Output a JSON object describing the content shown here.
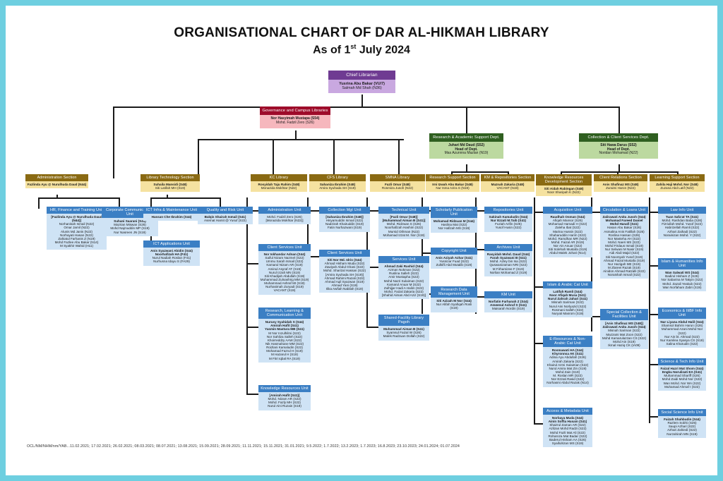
{
  "title": {
    "line1": "ORGANISATIONAL CHART OF DAR AL-HIKMAH LIBRARY",
    "line2_pre": "As of 1",
    "line2_sup": "st",
    "line2_post": " July 2024"
  },
  "colors": {
    "background": "#6ecfe0",
    "canvas": "#ffffff",
    "chief_header": "#6f3b92",
    "chief_body": "#c9a8e0",
    "governance_header": "#9e0b2a",
    "governance_body": "#f6b7bd",
    "dept_header": "#2f5f20",
    "dept_body": "#bcd9a0",
    "section_header": "#8a6a13",
    "section_body": "#f5e2a0",
    "unit_header": "#3b7fc4",
    "unit_body": "#cfe3f5",
    "line": "#1a1a1a"
  },
  "footer": "OCL/NM/NHM/nm/YAB...11.02.2021; 17.02.2021; 26.02.2021; 08.03.2021; 08.07.2021; 13.08.2021; 15.09.2021; 28.09.2021; 11.11.2021; 15.11.2021; 31.01.2021; 9.5.2022; 1.7.2022; 13.2.2023; 1.7.2023; 16.8.2023; 23.10.2023; 24.01.2024; 01.07.2024",
  "nodes": {
    "chief": {
      "title": "Chief Librarian",
      "people": [
        "Yusrina Abu Bakar (VU/7)",
        "Salmah Md Shah (N36)"
      ]
    },
    "governance": {
      "title": "Governance and Campus Libraries",
      "people": [
        "Nor Hasyimah Mustapa (S54)",
        "Mohd. Fadzil Zero (S26)"
      ]
    },
    "dept_research": {
      "title": "Research & Academic Support Dept.",
      "people": [
        "Juhari Md Daud (S52)",
        "Head of Dept.",
        "Mas Azunnna Mazlan (N19)"
      ]
    },
    "dept_collection": {
      "title": "Collection & Client Services Dept.",
      "people": [
        "Siti Hawa Darus (S52)",
        "Head of Dept.",
        "Noridan Mohamad (N22)"
      ]
    },
    "sec_admin": {
      "title": "Administration Section",
      "people": [
        "Fazlinda Ayu @ Nurulhuda Daud (N44)"
      ]
    },
    "sec_libtech": {
      "title": "Library Technology Section",
      "people": [
        "Suhaila Mansidi (S48)",
        "Siti Latifah MH (S19)"
      ]
    },
    "sec_kc": {
      "title": "KC Library",
      "people": [
        "Rosyidah Taju Rahim (S48)",
        "Monazida Mokhtar (N22)"
      ]
    },
    "sec_cfs": {
      "title": "CFS Library",
      "people": [
        "Sahaniza Ibrahim (S48)",
        "Amira Syuhada SH (S19)"
      ]
    },
    "sec_smna": {
      "title": "SMNA Library",
      "people": [
        "Fazli Omar (S48)",
        "Rosmiza Jusoh (N22)"
      ]
    },
    "sec_research": {
      "title": "Research Support Section",
      "people": [
        "Irni Izwah Abu Bakar (S48)",
        "Nur Isma Azira S (N19)"
      ]
    },
    "sec_km": {
      "title": "KM & Repositories Section",
      "people": [
        "Maznah Zakaria (S48)",
        "VACANT (N19)"
      ]
    },
    "sec_krd": {
      "title": "Knowledge Resources Development Section",
      "people": [
        "Siti Aidah Rabingan (S48)",
        "Noor Sharipah K (N22)"
      ]
    },
    "sec_clientrel": {
      "title": "Client Relations Section",
      "people": [
        "Anis Shafinaz MS (S48)",
        "Zuraimi Haron (N22)"
      ]
    },
    "sec_learning": {
      "title": "Learning Support Section",
      "people": [
        "Zahila Haji Mohd. Nor (S48)",
        "Zuzana Abd Latif (N22)"
      ]
    },
    "unit_hr": {
      "title": "HR, Finance and Training Unit",
      "people": [
        "[Fazlinda Ayu @ Nurulhuda Daud (N44)]",
        "Norhanisah Ismail (N22)",
        "Omar Jamil (N22)",
        "Alunis Md Janis (N22)",
        "Norhayati Hasan (N22)",
        "Zahiatul Farhanis Z (N19)",
        "Mohd Fazlee Abu Bakar (N14)",
        "M Syakhir Wahid (H11)"
      ]
    },
    "unit_corpcomm": {
      "title": "Corporate Communications Unit",
      "people": [
        "Suhani Saarani (S41)",
        "Mazrian Miswan (S26)",
        "Mohd Najmuddin MP (S19)",
        "Nur Nasreen JN (S19)"
      ]
    },
    "unit_ictinfra": {
      "title": "ICT Infra & Maintenance Unit",
      "people": [
        "Hassan Che Ibrahim (S44)"
      ]
    },
    "unit_ictapps": {
      "title": "ICT Applications Unit",
      "people": [
        "Anis Syazwani Abidin (S44)",
        "Noorhafizah HA (F41)",
        "Nurul Nadiah Roslan (F41)",
        "Nurhusna Idayu S (FA29)"
      ]
    },
    "unit_quality": {
      "title": "Quality and Risk Unit",
      "people": [
        "Balqis Shairah Ismail (S41)",
        "Asemat Hamit @ Yusuf (S22)"
      ]
    },
    "unit_adminunit": {
      "title": "Administration Unit",
      "people": [
        "Mohd. Fadzil Zero (S26)",
        "[Monazida Mokhtar (N22)]"
      ]
    },
    "unit_clientsvc_kc": {
      "title": "Client Services Unit",
      "people": [
        "Nor Iskhandar Adnan (S44)",
        "Saiful Nizam Nazmel (S22)",
        "Ummu Sarah Ismail (S22)",
        "Kamarul Nizam AR (S19)",
        "Aminul Asyraf AT (S19)",
        "Nurul Izzah MN (S19)",
        "Siti Khadijah Abdullah (S19)",
        "Muhammad Zulnashrig MM (S19)",
        "Muhammad Ashraf MI (S19)",
        "Nurhasimah Zuryadi (S19)",
        "VACANT (S19)"
      ]
    },
    "unit_rlc": {
      "title": "Research, Learning & Communication Unit",
      "people": [
        "Nurusy Syahidah S (S44)",
        "Amirah Hafit (S41)",
        "Yasmin Mastura MB (S41)",
        "M Nor Inzulhilmi (S22)",
        "Nor Sahliza Salleh (S22)",
        "Khoirreddzy AAW (S22)",
        "Nik Hasmahane MM (S22)",
        "Roizlani Kamaludin (S22)",
        "Mohamad Fazrul H (S19)",
        "M Hazarul H (S19)",
        "M Fitri Iqbal RA (S19)"
      ]
    },
    "unit_kru": {
      "title": "Knowledge Resources Unit",
      "people": [
        "[Amirah Hafit (S41)]",
        "Mohd. Nizam AR (S22)",
        "Mohd. Fazly MH (S22)",
        "Nurul Aini Ruzain (S19)"
      ]
    },
    "unit_collectionmgt": {
      "title": "Collection Mgt Unit",
      "people": [
        "[Sahaniza Ibrahim (S48)]",
        "Hisyamuddin Ismail (S22)",
        "Nadzirah Khairuddin (S19)",
        "Fatin Nurhazwani (S19)"
      ]
    },
    "unit_clientsvc_cfs": {
      "title": "Client Services Unit",
      "people": [
        "Siti Nor Md. Idris (S44)",
        "Ahmad Hisham Muda (S22)",
        "Zawiyah Abdul Ghani (S22)",
        "Mohd. Sharizal Hassan (S22)",
        "[Amira Syuhada SH (S19)]",
        "Ahmad Rahimi Razali (S22)",
        "Ahmad Aqil Syazwan (S19)",
        "Ahmad Yani (S19)",
        "Ilika Awfiah Nabilah (S19)"
      ]
    },
    "unit_technical": {
      "title": "Technical Unit",
      "people": [
        "[Fazli Omar (S48)]",
        "[Muhammad Aiman B (S41)]",
        "Mohd. Ridzwan S (S26)",
        "Noorhafizah Hashim (S22)",
        "Mursid Othman (N22)",
        "Mohamad Izzat M. Nor (S19)"
      ]
    },
    "unit_services": {
      "title": "Services Unit",
      "people": [
        "Ahmad Zaki Rashid (S44)",
        "Azman Nokman (S22)",
        "Ruslina Salleh (S22)",
        "Amir Mustapha (S22)",
        "Mohd Nazri Sulaiman (S22)",
        "Kamarul Anuar M (S22)",
        "Zulhijjar Hadi A Halim (S22)",
        "Mohd. Faizal Zakaria (S22)",
        "[Shahid Aiman Abd Aziz (S19)]"
      ]
    },
    "unit_sharedfacility": {
      "title": "Shared-Facility Library Pagoh",
      "people": [
        "Muhammad Aiman B (S41)",
        "Syamsul Faizal W (S26)",
        "Malek Radzuan Dollah (S22)"
      ]
    },
    "unit_scholarly": {
      "title": "Scholarly Publication Unit",
      "people": [
        "Mohamad Ridzuan M (S44)",
        "Haslina Mat (S22)",
        "Nor Hafizah MS (S19)"
      ]
    },
    "unit_copyright": {
      "title": "Copyright Unit",
      "people": [
        "Anis Aziyah Azhar (S41)",
        "Yusnizar Fuad (S22)",
        "Zulkifli Abd Mutalib (S19)"
      ]
    },
    "unit_rdm": {
      "title": "Research Data Management Unit",
      "people": [
        "Siti Azizah M Nor (S44)",
        "Nur Alifah Syafiqah Rosli (S19)"
      ]
    },
    "unit_repositories": {
      "title": "Repositories Unit",
      "people": [
        "Sakinah Kamaludin (S44)",
        "Nur Ezzati M.Taib (S41)",
        "Fuziah Arifin (S26)",
        "Yusof Husin (S22)"
      ]
    },
    "unit_archives": {
      "title": "Archives Unit",
      "people": [
        "Rasyidah Mohd. Daud (S44)",
        "Farah Syazwani B (S41)",
        "Mohd. Azley bin Isa (S22)",
        "Quswanizaman NRI (S22)",
        "M Firhamizee F (S19)",
        "Norlian Mohamad Z (S19)"
      ]
    },
    "unit_kmunit": {
      "title": "KM Unit",
      "people": [
        "Norfatin Farhanah Z (S44)",
        "Ameenul Ashraf S (S41)",
        "Maisarah Nordin (S19)"
      ]
    },
    "unit_acquisition": {
      "title": "Acquisition Unit",
      "people": [
        "Raudhah Osman (S44)",
        "Afiqah Mansor (S26)",
        "Mohamad Hamadi H (S22)",
        "Zaleha Ibat (S22)",
        "Marina Hussin (S22)",
        "Shaharuddin Harim (S22)",
        "Mohd. Ramdhan MR (N22)",
        "Mohd. Faizal AR (N19)",
        "Nor Ain Anuar (S22)",
        "Siti Solehah Mustafa (S19)",
        "Abdul Malek Johari (N14)"
      ]
    },
    "unit_islamarabic": {
      "title": "Islam & Arabic Cat Unit",
      "people": [
        "Latifah Ramli (S44)",
        "Noor Afiqah Musa (S41)",
        "Nurul Zahrah Jahari (S41)",
        "Misnah Sariman (S22)",
        "Nurul Aini Norlyazid (S22)",
        "Rosmani Salleh (S22)",
        "Nuryati Masrom (S19)"
      ]
    },
    "unit_eresources": {
      "title": "E-Resources & Non-Arabic Cat Unit",
      "people": [
        "Rosmawati HA (S44)",
        "Khyronnsa AK (S41)",
        "Adina Ayu Abdullah (S26)",
        "Amirah Zakaria (S22)",
        "Khairul Azmi Sulaiman (S22)",
        "Nurul Amira Mat Zin (S19)",
        "Mohd Zain (S19)",
        "M. Roslan MR (S22)",
        "Nor Ezzati Rasid (S22)",
        "Norhasmi Abdul Razak (N14)"
      ]
    },
    "unit_access": {
      "title": "Access & Metadata Unit",
      "people": [
        "Norbaya Muda (S44)",
        "Ainin Soffia Husain (S41)",
        "Shairrul Zaman AR (S22)",
        "Azlizan Mohd Radzi (S22)",
        "Mohd Fazli Mat Ali (S22)",
        "Roharoza Mat Badar (S22)",
        "Baderul Hisham AA (S26)",
        "Syaifulrizan MS (S19)"
      ]
    },
    "unit_circulation": {
      "title": "Circulation & Loans Unit",
      "people": [
        "Zalirawati Anita Jusoh (S44)",
        "Mohamad Fareed Daniel Mohd Hanafi (S41)",
        "Hasan Abu Bakar (S26)",
        "Asmalina Anis Fatillah (S26)",
        "Roslina Hassan (S26)",
        "Nor Masteha AH (S22)",
        "Mohd. Naeri MS (S22)",
        "Mohd Firdaus Ismail (S19)",
        "Nur Selwani M Nasir (S19)",
        "Aidi Abdi Majid (S22)",
        "Siti Noorsyah Yusof (S19)",
        "Ahmad Faizal Mustafa (S19)",
        "Nur Hazigah ME (S19)",
        "M Zlareei Razak (S19)",
        "Ainidon Ahmad Ratzalli (S22)",
        "Noraishah Ismail (S22)"
      ]
    },
    "unit_specialcoll": {
      "title": "Special Collection & Facilities Unit",
      "people": [
        "[Anis Shafinaz MS (S48)]",
        "Zalirawati Anita Jusoh (S44)",
        "Misnah Sariman (S22)",
        "Mazzaini Mat Zoon (S22)",
        "Mohd Kamarulazzan CS (S22)",
        "Mohd Ain (S19)",
        "Ikmal Haziq CK (IA09)"
      ]
    },
    "unit_lawinfo": {
      "title": "Law Info Unit",
      "people": [
        "Tuan Safa'at TA (S41)",
        "Mohd. Rashdan Baba (S26)",
        "Fizriullah Mohd. Yusof (S22)",
        "Habrizellah Ramli (S22)",
        "Azhari Zaihadi (S22)",
        "Norainizan Mohd. Y (S22)"
      ]
    },
    "unit_islamhumanities": {
      "title": "Islam & Humanities Info Unit",
      "people": [
        "Wan Salwati WS (S44)",
        "Badirul Hisham Z (S26)",
        "Nor Sabarina M Takyin (S22)",
        "Mohd. Zazali Yeakub (S22)",
        "Wan Norfaham Zabri (S19)"
      ]
    },
    "unit_econ": {
      "title": "Economics & IIiBF Info Unit",
      "people": [
        "Nur Liyana Abdul Halil (S44)",
        "Shamsol Bahrin Harun (S26)",
        "Muhammad Azani Mohd Nor (S22)",
        "Nur Ain bt. Ahmad (S22)",
        "Nur Kamilea Syasya CS (S19)",
        "Salina Kharudin (S22)"
      ]
    },
    "unit_scitech": {
      "title": "Science & Tech Info Unit",
      "people": [
        "Faizal Hazri Mat Shom (S44)",
        "Engku Norulizati EA (S41)",
        "Muhammad Shariff (S26)",
        "Mohd Zaidi Mohd Nor (S22)",
        "Wan Mohd. Nor WA (S22)",
        "Muhamad Ahmaf I (S22)"
      ]
    },
    "unit_socialscience": {
      "title": "Social Science Info Unit",
      "people": [
        "Faizah Shahbudin (S44)",
        "Razlem Sobhi (S26)",
        "Saupi Azhari (S22)",
        "Azhari Zahiedi (S22)",
        "Nurzahirah MN (S19)"
      ]
    }
  }
}
